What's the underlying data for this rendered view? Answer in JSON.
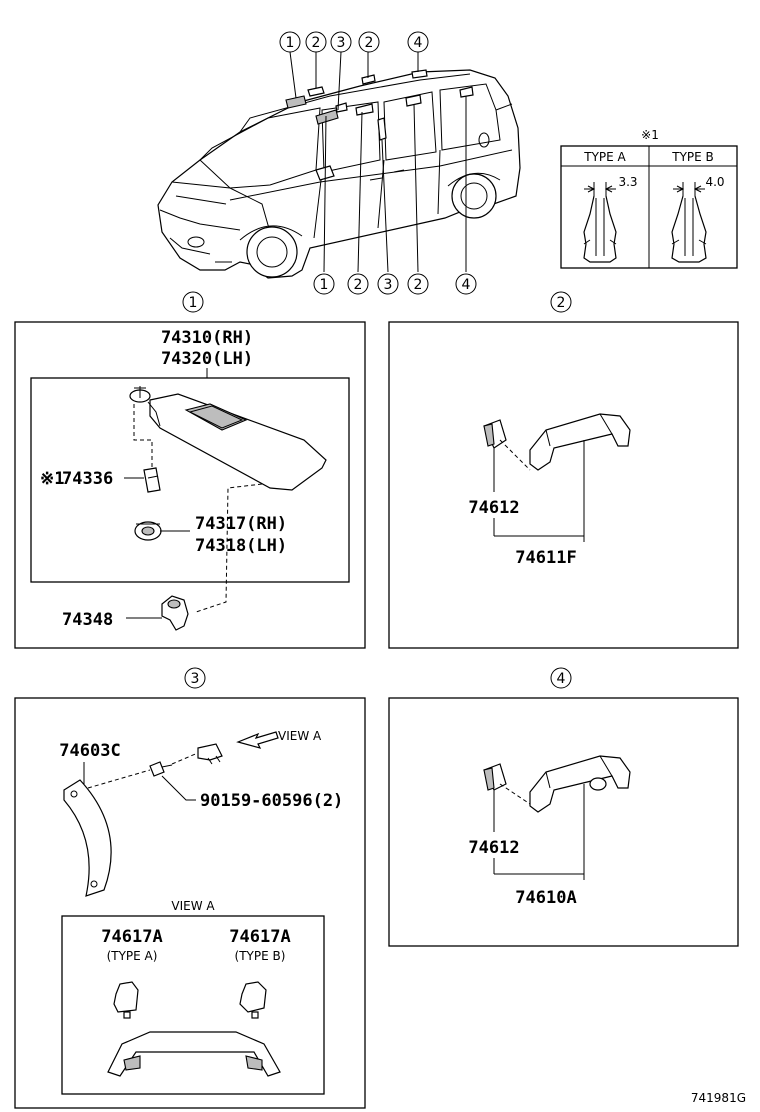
{
  "overview": {
    "callouts_top": [
      "1",
      "2",
      "3",
      "2",
      "4"
    ],
    "callouts_bottom": [
      "1",
      "2",
      "3",
      "2",
      "4"
    ]
  },
  "clip_types": {
    "note_mark": "※1",
    "type_a_label": "TYPE A",
    "type_b_label": "TYPE B",
    "type_a_dim": "3.3",
    "type_b_dim": "4.0"
  },
  "panels": [
    {
      "id": "1",
      "parts": {
        "visor_rh": "74310(RH)",
        "visor_lh": "74320(LH)",
        "clip_mark": "※1",
        "clip": "74336",
        "holder_rh": "74317(RH)",
        "holder_lh": "74318(LH)",
        "bracket": "74348"
      }
    },
    {
      "id": "2",
      "parts": {
        "cover": "74612",
        "assist_grip": "74611F"
      }
    },
    {
      "id": "3",
      "parts": {
        "grip": "74603C",
        "screw": "90159-60596(2)",
        "view_label": "VIEW A",
        "view_box_label": "VIEW A",
        "cap_a": "74617A",
        "cap_a_type": "(TYPE A)",
        "cap_b": "74617A",
        "cap_b_type": "(TYPE B)"
      }
    },
    {
      "id": "4",
      "parts": {
        "cover": "74612",
        "assist_grip": "74610A"
      }
    }
  ],
  "figure_code": "741981G"
}
